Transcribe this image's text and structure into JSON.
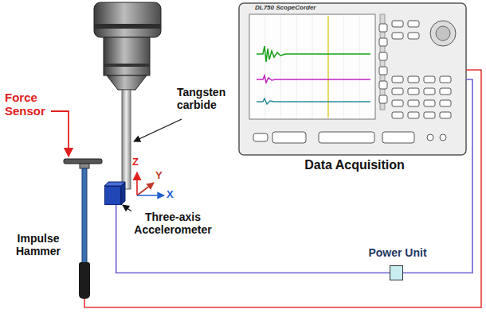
{
  "diagram": {
    "nodes": [
      {
        "text": [
          "Three-axis Accelerometer"
        ]
      },
      {
        "text": [
          "Impulse Hammer"
        ]
      },
      {
        "text": [
          "Data Acquisition"
        ]
      },
      {
        "text": [
          "Power Unit"
        ]
      }
    ],
    "edges": [
      {
        "from": 0,
        "to": 3,
        "arrow": "none"
      },
      {
        "from": 3,
        "to": 2,
        "arrow": "none"
      },
      {
        "from": 1,
        "to": 2,
        "arrow": "none"
      }
    ],
    "labels": [
      "Tangsten carbide",
      "Force Sensor",
      "Z",
      "Y",
      "X",
      "DL750 ScopeCorder"
    ]
  }
}
